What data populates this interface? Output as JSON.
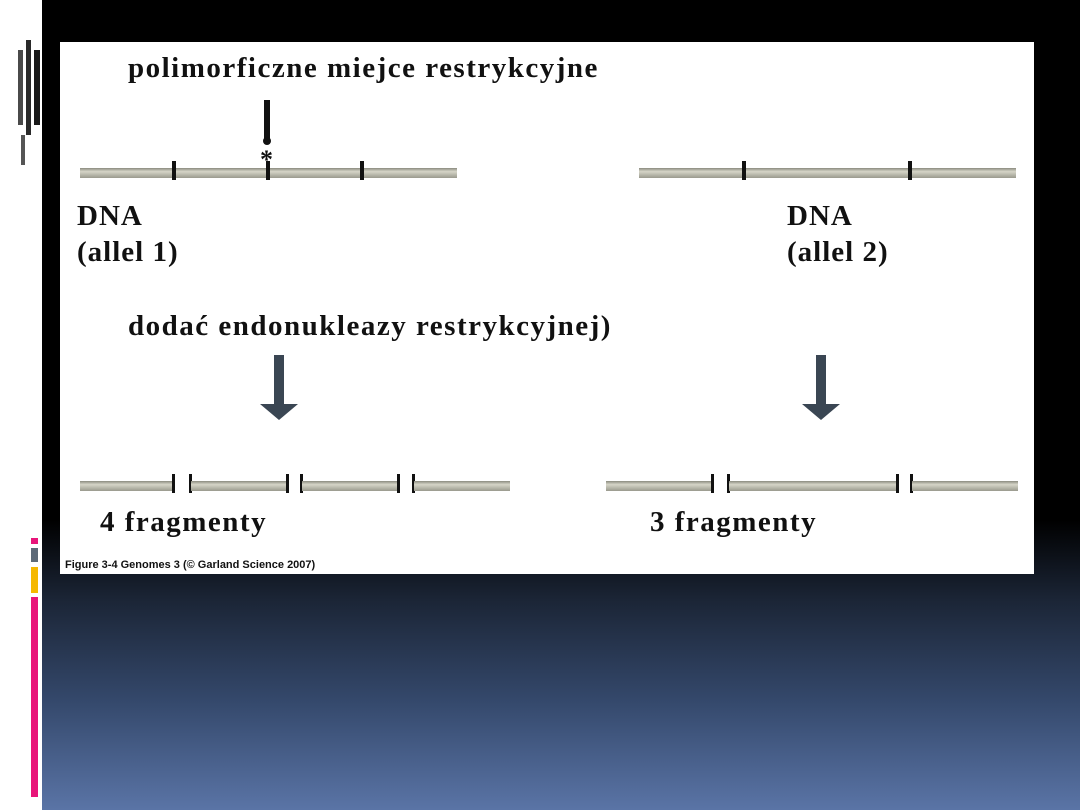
{
  "slide": {
    "title": "polimorficzne miejce restrykcyjne",
    "asterisk": "*",
    "allele1_label_line1": "DNA",
    "allele1_label_line2": "(allel 1)",
    "allele2_label_line1": "DNA",
    "allele2_label_line2": "(allel 2)",
    "instruction": "dodać endonukleazy restrykcyjnej)",
    "fragments_allele1": "4 fragmenty",
    "fragments_allele2": "3 fragmenty",
    "caption": "Figure 3-4  Genomes 3 (© Garland Science 2007)"
  },
  "colors": {
    "dna_fill": "#bdbcae",
    "dna_edge": "#77776b",
    "site_mark": "#111111",
    "arrow": "#3a4653",
    "accent_pink": "#e8157a",
    "accent_gray": "#5d6a78",
    "accent_yellow": "#f5b800"
  },
  "diagram": {
    "allele1_site_count": 3,
    "allele2_site_count": 2,
    "allele1_fragment_count": 4,
    "allele2_fragment_count": 3
  }
}
